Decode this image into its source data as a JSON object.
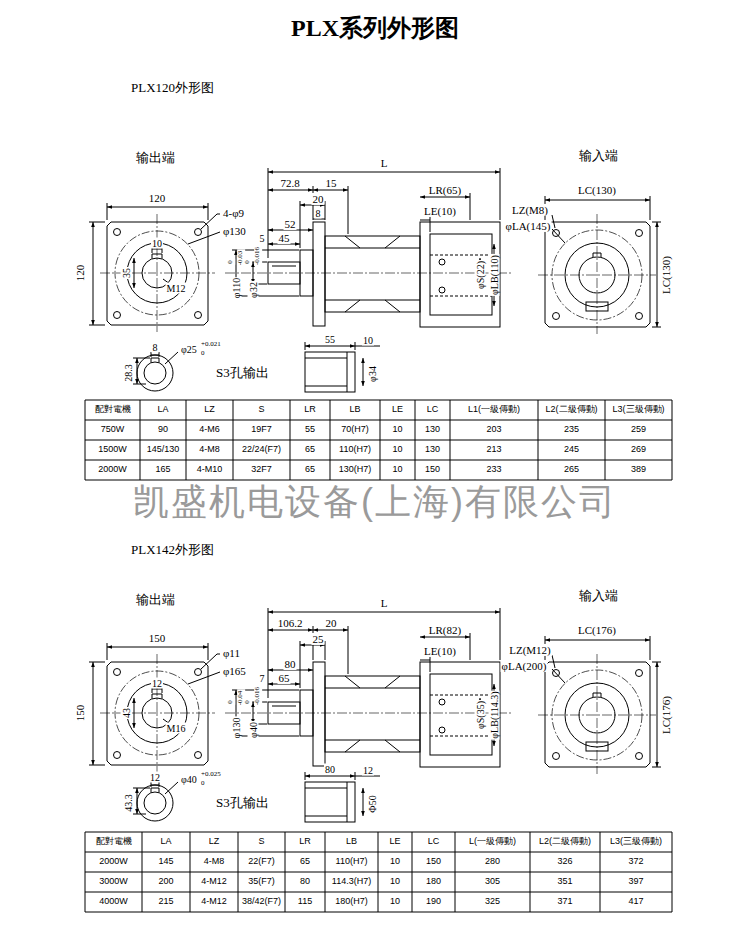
{
  "diagram": {
    "title": "PLX系列外形图",
    "labels": [
      "PLX120外形图",
      "输出端",
      "输入端",
      "120",
      "4-φ9",
      "φ130",
      "10",
      "35",
      "M12",
      "120",
      "L",
      "72.8",
      "15",
      "20",
      "8",
      "52",
      "45",
      "5",
      "φ110",
      "0",
      "-0.03",
      "φ32",
      "0",
      "-0.016",
      "LR(65)",
      "LE(10)",
      "LZ(M8)",
      "φLA(145)",
      "φS(22)",
      "φLB(110)",
      "LC(130)",
      "LC(130)",
      "8",
      "φ25",
      "+0.021",
      "0",
      "28.3",
      "S3孔输出",
      "55",
      "10",
      "φ34",
      "配對電機",
      "LA",
      "LZ",
      "S",
      "LR",
      "LB",
      "LE",
      "LC",
      "L1(一級傳動)",
      "L2(二級傳動)",
      "L3(三級傳動)",
      "750W",
      "90",
      "4-M6",
      "19F7",
      "55",
      "70(H7)",
      "10",
      "130",
      "203",
      "235",
      "259",
      "1500W",
      "145/130",
      "4-M8",
      "22/24(F7)",
      "65",
      "110(H7)",
      "10",
      "130",
      "213",
      "245",
      "269",
      "2000W",
      "165",
      "4-M10",
      "32F7",
      "65",
      "130(H7)",
      "10",
      "150",
      "233",
      "265",
      "389",
      "凯盛机电设备(上海)有限公司",
      "PLX142外形图",
      "输出端",
      "输入端",
      "150",
      "φ11",
      "φ165",
      "12",
      "43",
      "M16",
      "150",
      "L",
      "106.2",
      "20",
      "25",
      "80",
      "7",
      "65",
      "φ130",
      "0",
      "-0.04",
      "φ40",
      "0",
      "-0.016",
      "LR(82)",
      "LE(10)",
      "LZ(M12)",
      "φLA(200)",
      "φS(35)",
      "φLB(114.3)",
      "LC(176)",
      "LC(176)",
      "12",
      "φ40",
      "+0.025",
      "0",
      "43.3",
      "S3孔输出",
      "80",
      "12",
      "Φ50",
      "配對電機",
      "LA",
      "LZ",
      "S",
      "LR",
      "LB",
      "LE",
      "LC",
      "L(一級傳動)",
      "L2(二級傳動)",
      "L3(三級傳動)",
      "2000W",
      "145",
      "4-M8",
      "22(F7)",
      "65",
      "110(H7)",
      "10",
      "150",
      "280",
      "326",
      "372",
      "3000W",
      "200",
      "4-M12",
      "35(F7)",
      "80",
      "114.3(H7)",
      "10",
      "180",
      "305",
      "351",
      "397",
      "4000W",
      "215",
      "4-M12",
      "38/42(F7)",
      "115",
      "180(H7)",
      "10",
      "190",
      "325",
      "371",
      "417"
    ]
  }
}
